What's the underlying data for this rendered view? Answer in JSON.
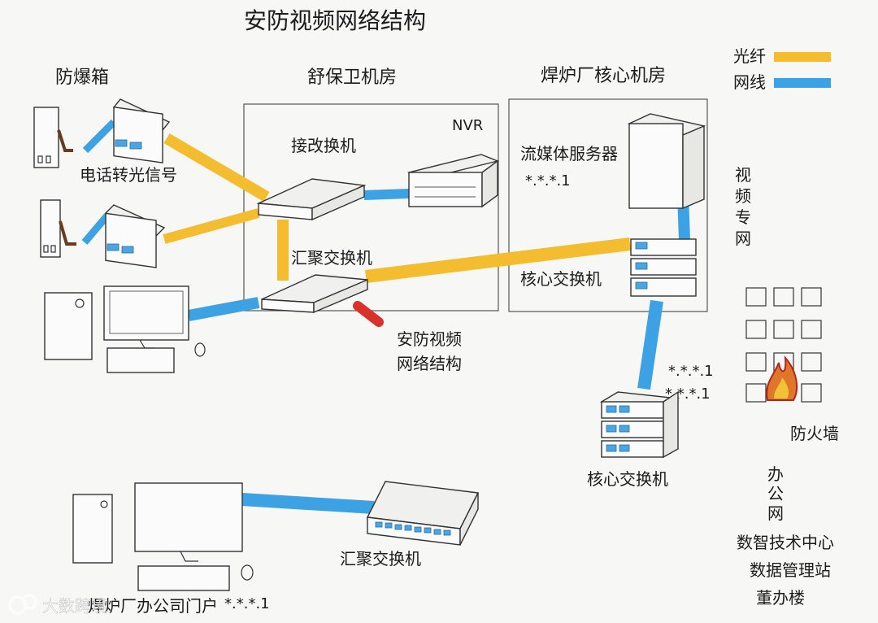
{
  "title": "安防视频网络结构",
  "legend": {
    "fiber_label": "光纤",
    "network_label": "网线",
    "fiber_color": "#f3bd2f",
    "network_color": "#3ca2e3"
  },
  "regions": {
    "explosion_box": "防爆箱",
    "security_room": "舒保卫机房",
    "core_room": "焊炉厂核心机房",
    "video_private_net": "视频专网",
    "office_net": "办公网"
  },
  "labels": {
    "media_converter": "电话转光信号",
    "access_switch": "接改换机",
    "nvr": "NVR",
    "aggregation_switch_top": "汇聚交换机",
    "security_net_label": "安防视频网络结构",
    "stream_server": "流媒体服务器",
    "stream_server_ip": "*.*.*.1",
    "core_switch_top": "核心交换机",
    "ip_1": "*.*.*.1",
    "ip_2": "*.*.*.1",
    "firewall": "防火墙",
    "core_switch_bottom": "核心交换机",
    "aggregation_switch_bottom": "汇聚交换机",
    "office_location": "焊炉厂办公司门户",
    "office_ip": "*.*.*.1",
    "office_depts": [
      "数智技术中心",
      "数据管理站",
      "董办楼"
    ]
  },
  "watermark": "大数跨境"
}
